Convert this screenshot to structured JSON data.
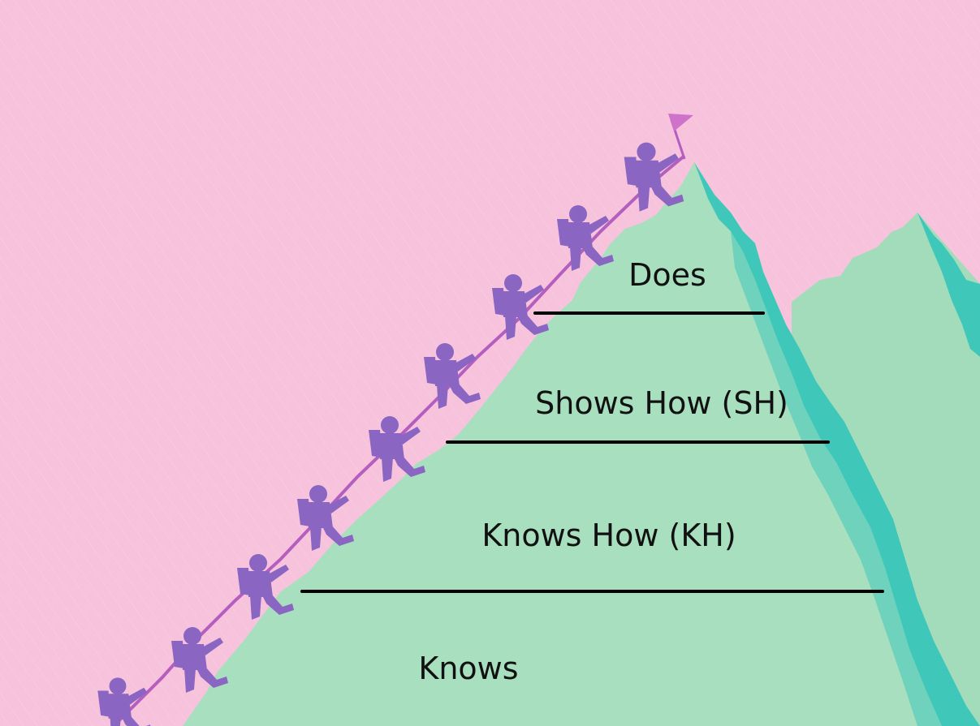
{
  "levels": [
    {
      "id": "does",
      "label": "Does"
    },
    {
      "id": "shows-how",
      "label": "Shows How (SH)"
    },
    {
      "id": "knows-how",
      "label": "Knows How (KH)"
    },
    {
      "id": "knows",
      "label": "Knows"
    }
  ],
  "colors": {
    "sky": "#f7c3dc",
    "mountain_front": "#a7dfbf",
    "mountain_back": "#a3dcbb",
    "cliff_face": "#3fc7b9",
    "climber": "#8a65c2",
    "rope": "#b45fbf",
    "flag": "#cf72c9",
    "divider": "#000000"
  },
  "icons": [
    "flag-icon",
    "climber-icon"
  ]
}
